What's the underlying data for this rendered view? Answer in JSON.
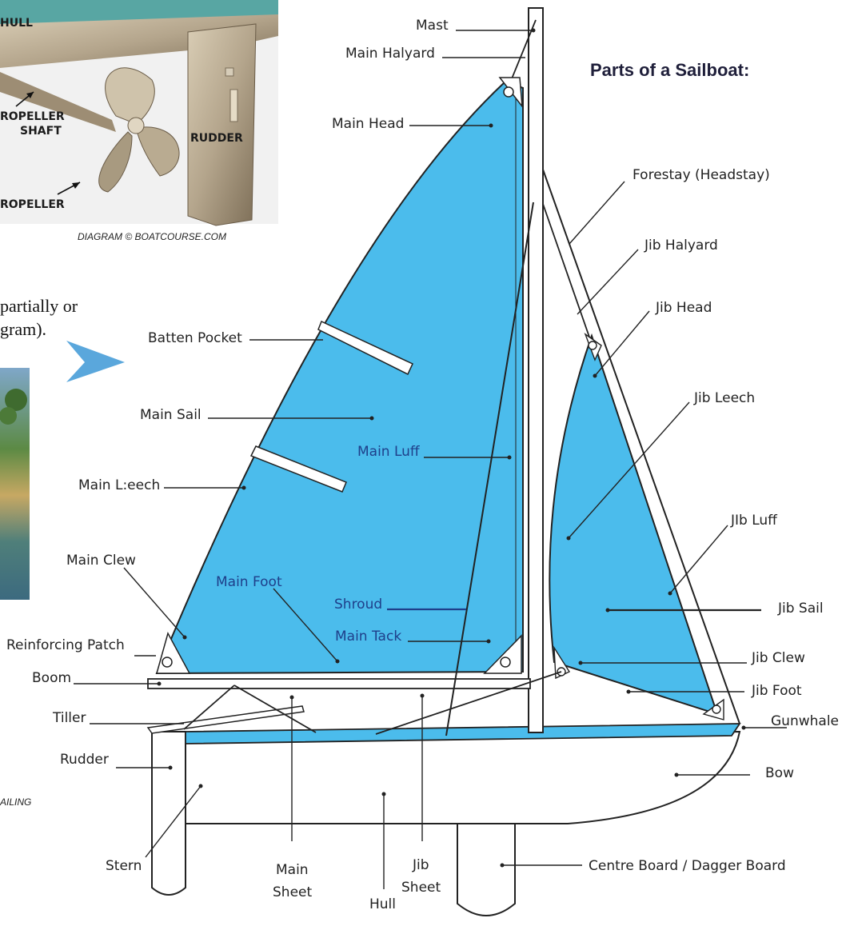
{
  "heading": "Parts of a Sailboat:",
  "photo": {
    "labels": {
      "hull": "HULL",
      "shaft_1": "ROPELLER",
      "shaft_2": "SHAFT",
      "rudder": "RUDDER",
      "propeller": "ROPELLER"
    },
    "credit": "DIAGRAM © BOATCOURSE.COM"
  },
  "fragment": {
    "line1": "partially or",
    "line2": "gram).",
    "credit2": "AILING"
  },
  "labels": {
    "mast": "Mast",
    "main_halyard": "Main Halyard",
    "main_head": "Main Head",
    "forestay": "Forestay (Headstay)",
    "jib_halyard": "Jib Halyard",
    "jib_head": "Jib Head",
    "batten_pocket": "Batten Pocket",
    "jib_leech": "Jib Leech",
    "main_sail": "Main Sail",
    "main_luff": "Main Luff",
    "main_leech": "Main L:eech",
    "jib_luff": "JIb Luff",
    "main_clew": "Main Clew",
    "main_foot": "Main Foot",
    "jib_sail": "Jib Sail",
    "shroud": "Shroud",
    "main_tack": "Main Tack",
    "jib_clew": "Jib Clew",
    "reinforcing_patch": "Reinforcing Patch",
    "boom": "Boom",
    "jib_foot": "Jib Foot",
    "tiller": "Tiller",
    "gunwhale": "Gunwhale",
    "rudder": "Rudder",
    "bow": "Bow",
    "stern": "Stern",
    "main_sheet_1": "Main",
    "main_sheet_2": "Sheet",
    "hull": "Hull",
    "jib_sheet_1": "Jib",
    "jib_sheet_2": "Sheet",
    "centre_board": "Centre Board / Dagger Board"
  },
  "colors": {
    "sail": "#4bbcec",
    "deck": "#4bbcec",
    "arrow": "#5aa7dc",
    "photo_bg": "#3a3a3a",
    "photo_metal": "#b4a58c",
    "photo_sky": "#7fa7c9",
    "photo_grass": "#b89a58"
  }
}
